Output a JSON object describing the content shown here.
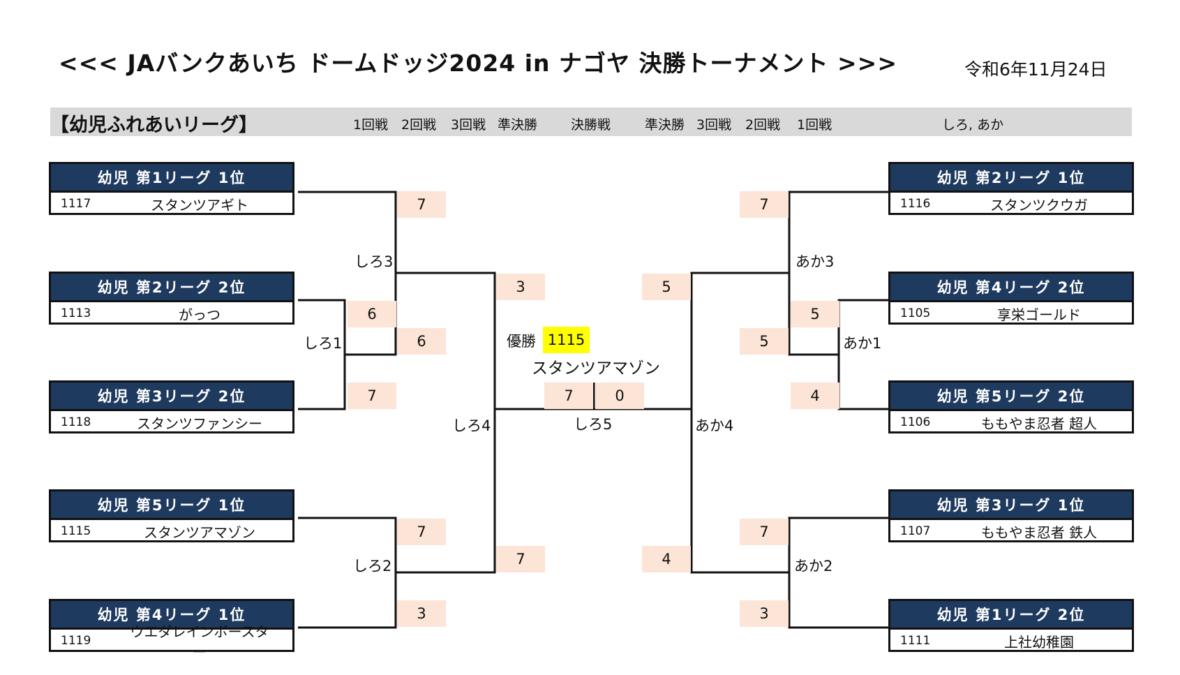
{
  "title": "<<<  JAバンクあいち  ドームドッジ2024  in  ナゴヤ  決勝トーナメント  >>>",
  "date": "令和6年11月24日",
  "league": "【幼児ふれあいリーグ】",
  "round_headers": [
    "1回戦",
    "2回戦",
    "3回戦",
    "準決勝",
    "決勝戦",
    "準決勝",
    "3回戦",
    "2回戦",
    "1回戦"
  ],
  "side_note": "しろ, あか",
  "teams": [
    {
      "name": "幼児  第1リーグ  1位",
      "id": "1117",
      "team": "スタンツアギト"
    },
    {
      "name": "幼児  第2リーグ  2位",
      "id": "1113",
      "team": "がっつ"
    },
    {
      "name": "幼児  第3リーグ  2位",
      "id": "1118",
      "team": "スタンツファンシー"
    },
    {
      "name": "幼児  第5リーグ  1位",
      "id": "1115",
      "team": "スタンツアマゾン"
    },
    {
      "name": "幼児  第4リーグ  1位",
      "id": "1119",
      "team": "ウエダレインボースター"
    },
    {
      "name": "幼児  第2リーグ  1位",
      "id": "1116",
      "team": "スタンツクウガ"
    },
    {
      "name": "幼児  第4リーグ  2位",
      "id": "1105",
      "team": "享栄ゴールド"
    },
    {
      "name": "幼児  第5リーグ  2位",
      "id": "1106",
      "team": "ももやま忍者  超人"
    },
    {
      "name": "幼児  第3リーグ  1位",
      "id": "1107",
      "team": "ももやま忍者  鉄人"
    },
    {
      "name": "幼児  第1リーグ  2位",
      "id": "1111",
      "team": "上社幼稚園"
    }
  ],
  "scores": [
    "7",
    "6",
    "6",
    "7",
    "3",
    "7",
    "3",
    "7",
    "0",
    "5",
    "7",
    "5",
    "5",
    "4",
    "4",
    "7",
    "3"
  ],
  "match_labels": [
    "しろ3",
    "しろ1",
    "しろ2",
    "しろ4",
    "しろ5",
    "あか3",
    "あか1",
    "あか4",
    "あか2"
  ],
  "champion": {
    "label": "優勝",
    "id": "1115",
    "team": "スタンツアマゾン"
  }
}
